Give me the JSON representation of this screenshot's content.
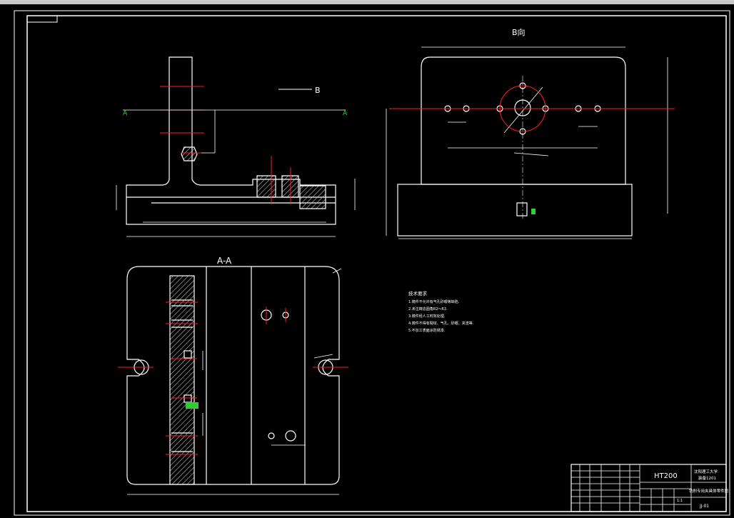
{
  "window": {
    "title_bar": ""
  },
  "views": {
    "front": {
      "arrow_label": "B",
      "section_mark_left": "A",
      "section_mark_right": "A"
    },
    "side": {
      "title": "B向"
    },
    "section": {
      "title": "A-A"
    }
  },
  "notes": {
    "title": "技术要求",
    "lines": [
      "1.铸件不允许有气孔砂眼等缺陷.",
      "2.未注铸造圆角R2～R3.",
      "3.铸件经人工时效处理.",
      "4.铸件不得有裂纹、气孔、砂眼、夹渣等.",
      "5.不加工表面涂防锈漆."
    ]
  },
  "title_block": {
    "material": "HT200",
    "school": "沈阳理工大学",
    "class": "装备1201",
    "drawing_name": "铣削专用夹具体零件图",
    "drawing_no": "JJ-01",
    "scale": "1:1"
  },
  "colors": {
    "outline": "#ffffff",
    "centerline": "#ff2020",
    "section_hatch": "#bfbfbf",
    "highlight": "#33cc33",
    "dim_text": "#dddddd"
  }
}
